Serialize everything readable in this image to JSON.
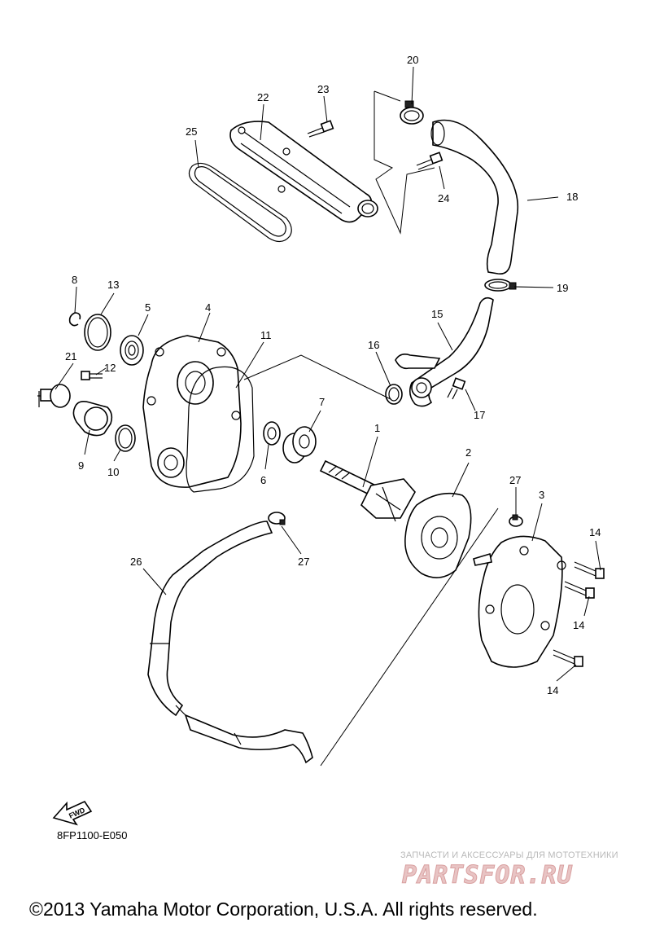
{
  "diagram": {
    "code": "8FP1100-E050",
    "fwd_label": "FWD",
    "callouts": [
      "1",
      "2",
      "3",
      "4",
      "5",
      "6",
      "7",
      "8",
      "9",
      "10",
      "11",
      "12",
      "13",
      "14",
      "14",
      "14",
      "15",
      "16",
      "17",
      "18",
      "19",
      "20",
      "21",
      "22",
      "23",
      "24",
      "25",
      "26",
      "27",
      "27"
    ]
  },
  "watermark": {
    "tagline": "ЗАПЧАСТИ И АКСЕССУАРЫ ДЛЯ МОТОТЕХНИКИ",
    "logo_text": "PARTSFOR.RU",
    "colors": {
      "tagline": "#b9b9b9",
      "logo": "#d9a0a0"
    }
  },
  "footer": {
    "copyright": "©2013 Yamaha Motor Corporation, U.S.A. All rights reserved."
  }
}
